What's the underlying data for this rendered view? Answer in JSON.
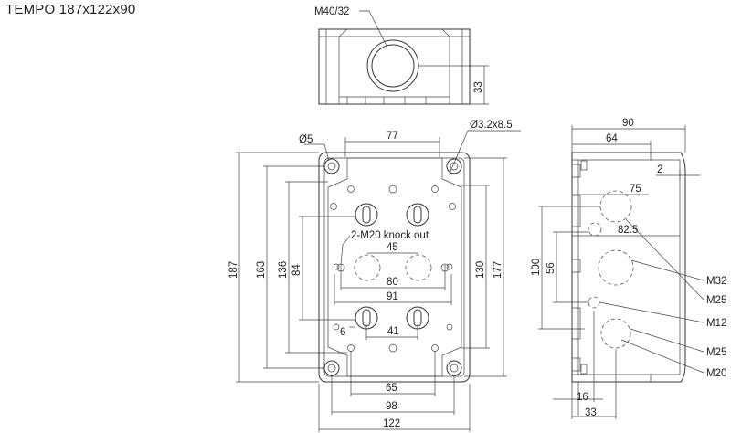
{
  "title": "TEMPO 187x122x90",
  "top_view": {
    "thread_label": "M40/32",
    "height_dim": "33"
  },
  "front_view": {
    "dims": {
      "width_top": "77",
      "screw_hole": "Ø5",
      "lid_screw": "Ø3.2x8.5",
      "knockout": "2-M20 knock out",
      "d45": "45",
      "d80": "80",
      "d91": "91",
      "d41": "41",
      "d6": "6",
      "d65": "65",
      "d98": "98",
      "d122": "122",
      "h187": "187",
      "h163": "163",
      "h136": "136",
      "h84": "84",
      "h130": "130",
      "h177": "177"
    }
  },
  "side_view": {
    "dims": {
      "w90": "90",
      "w64": "64",
      "d2": "2",
      "d75": "75",
      "d82_5": "82.5",
      "h100": "100",
      "h56": "56",
      "d16": "16",
      "d33": "33"
    },
    "callouts": [
      "M32",
      "M25",
      "M12",
      "M25",
      "M20"
    ]
  }
}
